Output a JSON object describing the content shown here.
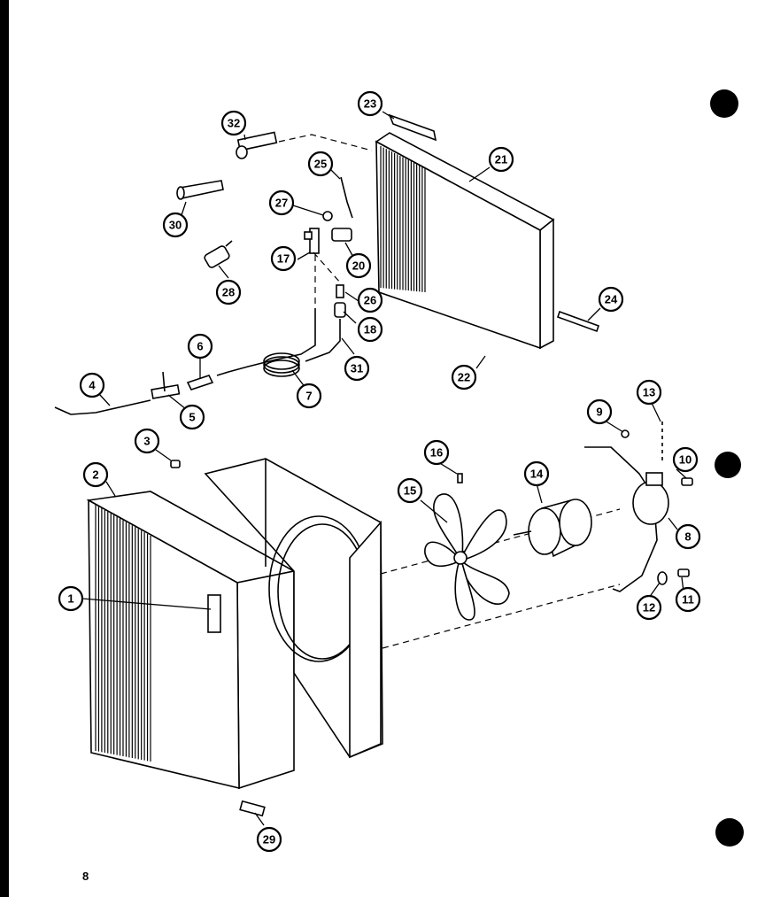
{
  "page_number": "8",
  "callouts": [
    {
      "id": "1"
    },
    {
      "id": "2"
    },
    {
      "id": "3"
    },
    {
      "id": "4"
    },
    {
      "id": "5"
    },
    {
      "id": "6"
    },
    {
      "id": "7"
    },
    {
      "id": "8"
    },
    {
      "id": "9"
    },
    {
      "id": "10"
    },
    {
      "id": "11"
    },
    {
      "id": "12"
    },
    {
      "id": "13"
    },
    {
      "id": "14"
    },
    {
      "id": "15"
    },
    {
      "id": "16"
    },
    {
      "id": "17"
    },
    {
      "id": "18"
    },
    {
      "id": "20"
    },
    {
      "id": "21"
    },
    {
      "id": "22"
    },
    {
      "id": "23"
    },
    {
      "id": "24"
    },
    {
      "id": "25"
    },
    {
      "id": "26"
    },
    {
      "id": "27"
    },
    {
      "id": "28"
    },
    {
      "id": "29"
    },
    {
      "id": "30"
    },
    {
      "id": "31"
    },
    {
      "id": "32"
    }
  ],
  "colors": {
    "ink": "#000000",
    "paper": "#ffffff"
  }
}
